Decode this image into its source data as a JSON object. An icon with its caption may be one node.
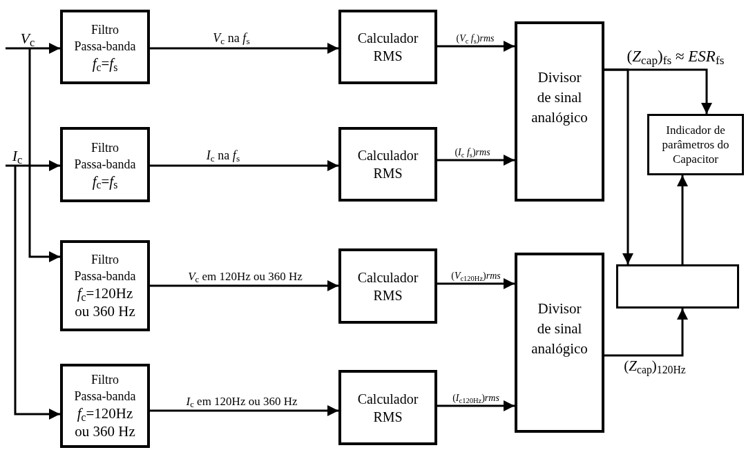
{
  "diagram": {
    "nodes": [
      {
        "text": [
          "Filtro Passa-banda",
          "*f*$_{c}$=*f*$_{s}$"
        ]
      },
      {
        "text": [
          "Filtro Passa-banda",
          "*f*$_{c}$=*f*$_{s}$"
        ]
      },
      {
        "text": [
          "Filtro Passa-banda",
          "*f*$_{c}$=120Hz ou 360 Hz"
        ]
      },
      {
        "text": [
          "Filtro Passa-banda",
          "*f*$_{c}$=120Hz ou 360 Hz"
        ]
      },
      {
        "text": [
          "Calculador RMS"
        ]
      },
      {
        "text": [
          "Calculador RMS"
        ]
      },
      {
        "text": [
          "Calculador RMS"
        ]
      },
      {
        "text": [
          "Calculador RMS"
        ]
      },
      {
        "text": [
          "Divisor de sinal analógico"
        ]
      },
      {
        "text": [
          "Divisor de sinal analógico"
        ]
      },
      {
        "text": [
          "Indicador de parâmetros do Capacitor"
        ]
      },
      {
        "text": [],
        "shape": "box"
      }
    ],
    "edges": [
      {
        "from": null,
        "to": 0,
        "arrow": "to",
        "label": "*V*$_{c}$"
      },
      {
        "from": null,
        "to": 2,
        "arrow": "to"
      },
      {
        "from": null,
        "to": 1,
        "arrow": "to",
        "label": "*I*$_{c}$"
      },
      {
        "from": null,
        "to": 3,
        "arrow": "to"
      },
      {
        "from": 0,
        "to": 4,
        "arrow": "to",
        "label": "*V*$_{c}$ na *f*$_{s}$"
      },
      {
        "from": 1,
        "to": 5,
        "arrow": "to",
        "label": "*I*$_{c}$ na *f*$_{s}$"
      },
      {
        "from": 2,
        "to": 6,
        "arrow": "to",
        "label": "*V*$_{c}$ em 120Hz ou 360 Hz"
      },
      {
        "from": 3,
        "to": 7,
        "arrow": "to",
        "label": "*I*$_{c}$ em 120Hz ou 360 Hz"
      },
      {
        "from": 4,
        "to": 8,
        "arrow": "to",
        "label": "(*V*$_{c}$ *f*$_{s}$)*rms*"
      },
      {
        "from": 5,
        "to": 8,
        "arrow": "to",
        "label": "(*I*$_{c}$ *f*$_{s}$)*rms*"
      },
      {
        "from": 6,
        "to": 9,
        "arrow": "to",
        "label": "(*V*$_{c}$$_{120Hz}$)*rms*"
      },
      {
        "from": 7,
        "to": 9,
        "arrow": "to",
        "label": "(*I*$_{c}$$_{120Hz}$)*rms*"
      },
      {
        "from": 8,
        "to": 10,
        "arrow": "to",
        "label": "(*Z*$_{cap}$)$_{fs}$ ≈ *ESR*$_{fs}$"
      },
      {
        "from": 8,
        "to": 11,
        "arrow": "to"
      },
      {
        "from": 9,
        "to": 11,
        "arrow": "to",
        "label": "(*Z*$_{cap}$)$_{120Hz}$"
      },
      {
        "from": 11,
        "to": 10,
        "arrow": "to"
      }
    ]
  }
}
